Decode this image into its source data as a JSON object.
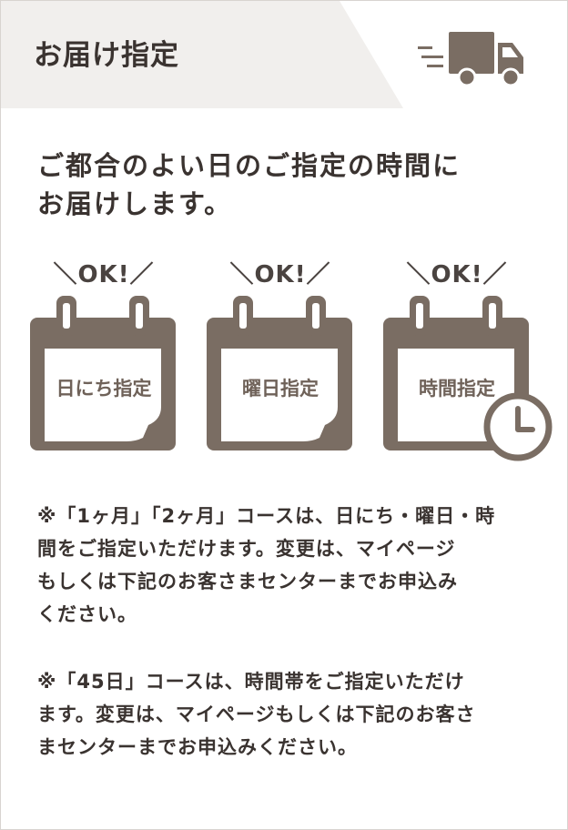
{
  "header": {
    "title": "お届け指定",
    "icon": "delivery-truck-icon",
    "bg_color": "#f1efed"
  },
  "lead": {
    "line1": "ご都合のよい日のご指定の時間に",
    "line2": "お届けします。"
  },
  "calendars": [
    {
      "ok_label": "＼OK!／",
      "label": "日にち指定",
      "icon": "calendar-icon"
    },
    {
      "ok_label": "＼OK!／",
      "label": "曜日指定",
      "icon": "calendar-icon"
    },
    {
      "ok_label": "＼OK!／",
      "label": "時間指定",
      "icon": "calendar-clock-icon"
    }
  ],
  "notes": {
    "note1": {
      "line1": "※「1ヶ月」「2ヶ月」コースは、日にち・曜日・時",
      "line2": "間をご指定いただけます。変更は、マイページ",
      "line3": "もしくは下記のお客さまセンターまでお申込み",
      "line4": "ください。"
    },
    "note2": {
      "line1": "※「45日」コースは、時間帯をご指定いただけ",
      "line2": "ます。変更は、マイページもしくは下記のお客さ",
      "line3": "まセンターまでお申込みください。"
    }
  },
  "colors": {
    "icon_brown": "#7a6d63",
    "text": "#3a3330"
  }
}
